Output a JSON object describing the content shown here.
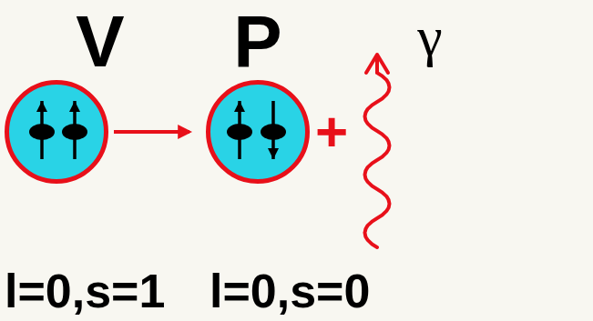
{
  "diagram": {
    "nodes": [
      {
        "text": [
          "V",
          "l=0,s=1"
        ]
      },
      {
        "text": [
          "P",
          "l=0,s=0"
        ]
      }
    ],
    "edges": [
      {
        "from": 0,
        "to": 1,
        "arrow": "to"
      }
    ],
    "labels": [
      "+",
      "γ"
    ]
  }
}
